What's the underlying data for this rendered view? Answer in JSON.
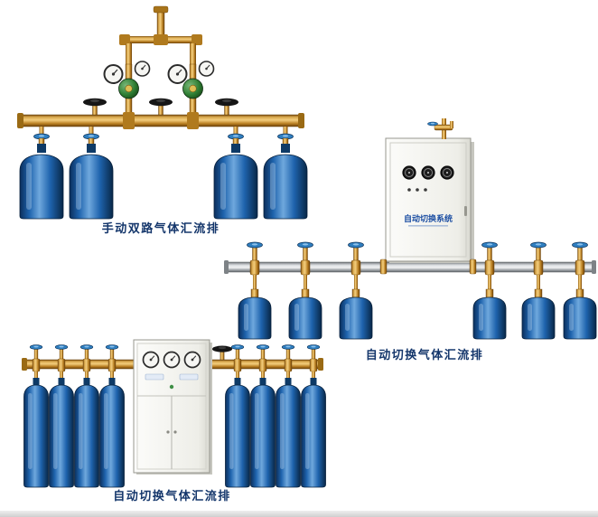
{
  "page": {
    "background": "#ffffff"
  },
  "figures": [
    {
      "caption": "手动双路气体汇流排"
    },
    {
      "caption": "自动切换气体汇流排",
      "cabinet_label": "自动切换系统"
    },
    {
      "caption": "自动切换气体汇流排"
    }
  ],
  "colors": {
    "caption_text": "#14366b",
    "brass": "#c8862a",
    "cylinder_blue": "#1e63ad",
    "aluminum_pipe": "#d9dcdf",
    "cabinet": "#f2f2ec",
    "regulator_green": "#2e7d32"
  }
}
